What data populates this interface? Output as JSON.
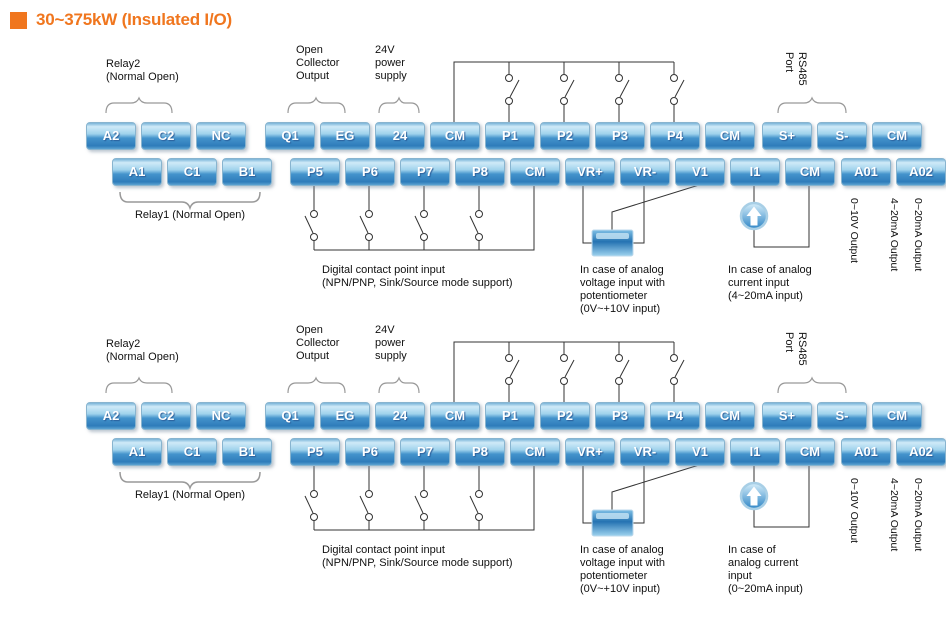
{
  "title": "30~375kW (Insulated I/O)",
  "colors": {
    "accent": "#f0761e",
    "terminal_blue": "#2e7cba",
    "wire": "#333333",
    "brace": "#999999"
  },
  "terminals": {
    "top_row": [
      "A2",
      "C2",
      "NC",
      "Q1",
      "EG",
      "24",
      "CM",
      "P1",
      "P2",
      "P3",
      "P4",
      "CM",
      "S+",
      "S-",
      "CM"
    ],
    "bottom_row": [
      "A1",
      "C1",
      "B1",
      "P5",
      "P6",
      "P7",
      "P8",
      "CM",
      "VR+",
      "VR-",
      "V1",
      "I1",
      "CM",
      "A01",
      "A02"
    ]
  },
  "diagrams": [
    {
      "relay2_label": "Relay2\n(Normal Open)",
      "open_collector_label": "Open\nCollector\nOutput",
      "power_supply_label": "24V\npower\nsupply",
      "rs485_label": "RS485\nPort",
      "relay1_label": "Relay1 (Normal Open)",
      "digital_input_caption": "Digital contact point input\n(NPN/PNP, Sink/Source mode support)",
      "analog_voltage_caption": "In case of analog\nvoltage input with\npotentiometer\n(0V~+10V input)",
      "analog_current_caption": "In case of analog\ncurrent input\n(4~20mA input)",
      "output_labels": [
        "0~10V Output",
        "4~20mA Output",
        "0~20mA Output"
      ]
    },
    {
      "relay2_label": "Relay2\n(Normal Open)",
      "open_collector_label": "Open\nCollector\nOutput",
      "power_supply_label": "24V\npower\nsupply",
      "rs485_label": "RS485\nPort",
      "relay1_label": "Relay1 (Normal Open)",
      "digital_input_caption": "Digital contact point input\n(NPN/PNP, Sink/Source mode support)",
      "analog_voltage_caption": "In case of analog\nvoltage input with\npotentiometer\n(0V~+10V input)",
      "analog_current_caption": "In case of\nanalog current\ninput\n(0~20mA input)",
      "output_labels": [
        "0~10V Output",
        "4~20mA Output",
        "0~20mA Output"
      ]
    }
  ]
}
